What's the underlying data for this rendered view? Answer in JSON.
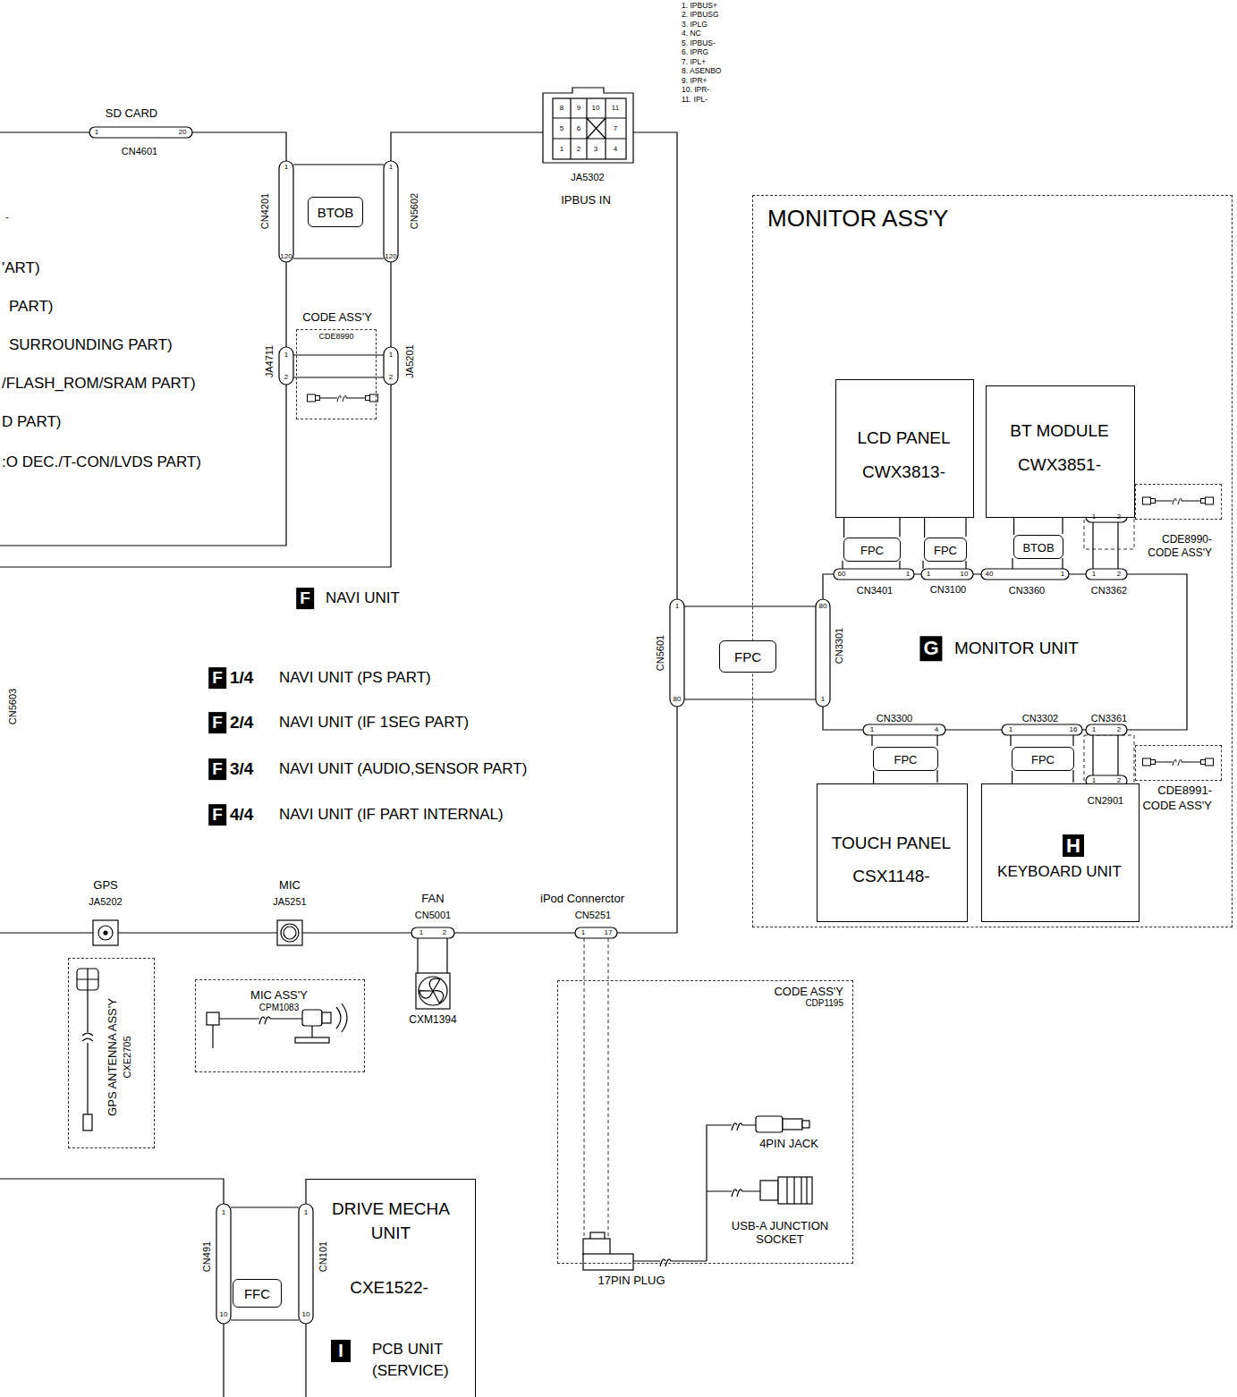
{
  "diagram": {
    "nodes": [
      {
        "text": [
          "MONITOR ASS'Y"
        ]
      },
      {
        "text": [
          "LCD PANEL CWX3813-"
        ],
        "in": 0
      },
      {
        "text": [
          "BT MODULE CWX3851-"
        ],
        "in": 0
      },
      {
        "text": [
          "TOUCH PANEL CSX1148-"
        ],
        "in": 0
      },
      {
        "text": [
          "H",
          "KEYBOARD UNIT"
        ],
        "in": 0
      },
      {
        "text": [
          "FPC"
        ],
        "in": 0
      },
      {
        "text": [
          "FPC"
        ],
        "in": 0
      },
      {
        "text": [
          "BTOB"
        ],
        "in": 0
      },
      {
        "text": [
          "FPC"
        ],
        "in": 0
      },
      {
        "text": [
          "FPC"
        ],
        "in": 0
      },
      {
        "text": [
          "FPC"
        ]
      },
      {
        "text": [
          "CDE8990- CODE ASS'Y"
        ],
        "in": 0
      },
      {
        "text": [
          "CDE8991- CODE ASS'Y"
        ],
        "in": 0
      },
      {
        "text": [
          "CODE ASS'Y",
          "CDE8990"
        ]
      },
      {
        "text": [
          "BTOB"
        ]
      },
      {
        "text": [
          "CODE ASS'Y",
          "CDP1195"
        ]
      },
      {
        "text": [
          "GPS ANTENNA ASS'Y",
          "CXE2705"
        ]
      },
      {
        "text": [
          "MIC ASS'Y",
          "CPM1083"
        ]
      },
      {
        "text": [
          "DRIVE MECHA UNIT",
          "CXE1522-",
          "I",
          "PCB UNIT (SERVICE)"
        ]
      },
      {
        "text": [
          "FFC"
        ]
      }
    ],
    "edges": [
      {
        "from": 1,
        "to": 5,
        "arrow": "none"
      },
      {
        "from": 1,
        "to": 6,
        "arrow": "none"
      },
      {
        "from": 2,
        "to": 7,
        "arrow": "none"
      },
      {
        "from": 3,
        "to": 8,
        "arrow": "none"
      },
      {
        "from": 4,
        "to": 9,
        "arrow": "none"
      }
    ],
    "labels": [
      "1. IPBUS+",
      "2. IPBUSG",
      "3. IPLG",
      "4. NC",
      "5. IPBUS-",
      "6. IPRG",
      "7. IPL+",
      "8. ASENBO",
      "9. IPR+",
      "10. IPR-",
      "11. IPL-",
      "8",
      "9",
      "10",
      "11",
      "5",
      "6",
      "7",
      "1",
      "2",
      "3",
      "4",
      "JA5302",
      "IPBUS IN",
      "SD CARD",
      "1",
      "20",
      "CN4601",
      "-",
      "'ART)",
      "PART)",
      "SURROUNDING PART)",
      "/FLASH_ROM/SRAM PART)",
      "D PART)",
      ":O DEC./T-CON/LVDS PART)",
      "CN4201",
      "1",
      "120",
      "CN5602",
      "1",
      "120",
      "JA4711",
      "1",
      "2",
      "JA5201",
      "1",
      "2",
      "F",
      "NAVI UNIT",
      "F",
      "1/4",
      "NAVI UNIT (PS PART)",
      "F",
      "2/4",
      "NAVI UNIT (IF 1SEG PART)",
      "F",
      "3/4",
      "NAVI UNIT (AUDIO,SENSOR PART)",
      "F",
      "4/4",
      "NAVI UNIT (IF PART INTERNAL)",
      "CN5603",
      "CN5601",
      "1",
      "80",
      "CN3301",
      "80",
      "1",
      "60",
      "1",
      "CN3401",
      "1",
      "10",
      "CN3100",
      "40",
      "1",
      "CN3360",
      "1",
      "2",
      "CN3362",
      "1",
      "2",
      "G",
      "MONITOR UNIT",
      "CN3300",
      "1",
      "4",
      "CN3302",
      "1",
      "16",
      "CN3361",
      "1",
      "2",
      "1",
      "2",
      "CN2901",
      "GPS",
      "JA5202",
      "MIC",
      "JA5251",
      "FAN",
      "CN5001",
      "1",
      "2",
      "CXM1394",
      "iPod Connerctor",
      "CN5251",
      "1",
      "17",
      "4PIN JACK",
      "17PIN PLUG",
      "USB-A JUNCTION SOCKET",
      "CN491",
      "1",
      "10",
      "CN101",
      "1",
      "10"
    ]
  }
}
